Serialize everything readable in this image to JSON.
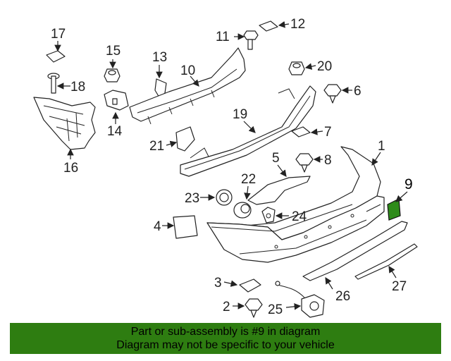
{
  "callouts": [
    "17",
    "18",
    "15",
    "14",
    "13",
    "10",
    "16",
    "11",
    "12",
    "20",
    "6",
    "19",
    "21",
    "7",
    "8",
    "5",
    "1",
    "9",
    "22",
    "23",
    "24",
    "4",
    "3",
    "26",
    "27",
    "2",
    "25"
  ],
  "highlight": {
    "part": "9",
    "color": "#2e8b1a"
  },
  "banner": {
    "line1": "Part or sub-assembly is #9 in diagram",
    "line2": "Diagram may not be specific to your vehicle",
    "color": "#2e7d11"
  }
}
